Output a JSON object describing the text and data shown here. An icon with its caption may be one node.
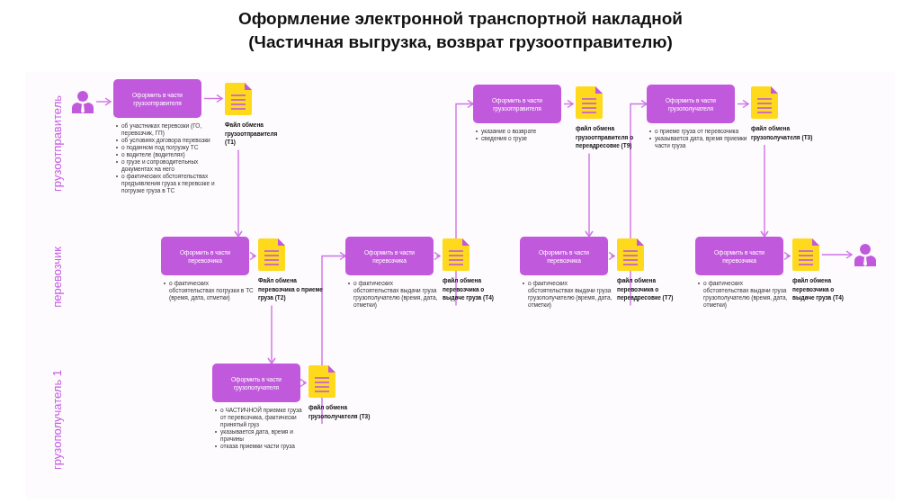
{
  "diagram": {
    "title": "Оформление электронной транспортной накладной (Частичная выгрузка, возврат грузоотправителю)",
    "nodes": [
      {
        "text": [
          "грузоотправитель"
        ]
      },
      {
        "text": [
          "перевозчик"
        ]
      },
      {
        "text": [
          "грузополучатель 1"
        ]
      },
      {
        "text": [],
        "shape": "person",
        "in": 0
      },
      {
        "text": [
          "Оформить в части грузоотправителя"
        ],
        "in": 0,
        "beside": [
          "об участниках перевозки (ГО, перевозчик, ГП)",
          "об условиях договора перевозки",
          "о поданном под погрузку ТС",
          "о водителе (водителях)",
          "о грузе и сопроводительных документах на него",
          "о фактических обстоятельствах предъявления груза к перевозке и погрузке груза в ТС"
        ]
      },
      {
        "text": [
          "Файл обмена грузоотправителя (Т1)"
        ],
        "in": 0
      },
      {
        "text": [
          "Оформить в части грузоотправителя"
        ],
        "in": 0,
        "beside": [
          "указание о возврате",
          "сведения о грузе"
        ]
      },
      {
        "text": [
          "файл обмена грузоотправителя о переадресовке (Т9)"
        ],
        "in": 0
      },
      {
        "text": [
          "Оформить в части грузополучателя"
        ],
        "in": 0,
        "beside": [
          "о приеме груза от перевозчика",
          "указывается дата, время приемки части груза"
        ]
      },
      {
        "text": [
          "файл обмена грузополучателя (Т3)"
        ],
        "in": 0
      },
      {
        "text": [
          "Оформить в части перевозчика"
        ],
        "in": 1,
        "beside": [
          "о фактических обстоятельствах погрузки в ТС (время, дата, отметки)"
        ]
      },
      {
        "text": [
          "Файл обмена перевозчика о приеме груза (Т2)"
        ],
        "in": 1
      },
      {
        "text": [
          "Оформить в части перевозчика"
        ],
        "in": 1,
        "beside": [
          "о фактических обстоятельствах выдачи груза грузополучателю (время, дата, отметки)"
        ]
      },
      {
        "text": [
          "файл обмена перевозчика о выдаче груза (Т4)"
        ],
        "in": 1
      },
      {
        "text": [
          "Оформить в части перевозчика"
        ],
        "in": 1,
        "beside": [
          "о фактических обстоятельствах выдачи груза грузополучателю (время, дата, отметки)"
        ]
      },
      {
        "text": [
          "файл обмена перевозчика о переадресовке (Т7)"
        ],
        "in": 1
      },
      {
        "text": [
          "Оформить в части перевозчика"
        ],
        "in": 1,
        "beside": [
          "о фактических обстоятельствах выдачи груза грузополучателю (время, дата, отметки)"
        ]
      },
      {
        "text": [
          "файл обмена перевозчика о выдаче груза (Т4)"
        ],
        "in": 1
      },
      {
        "text": [],
        "shape": "person",
        "in": 1
      },
      {
        "text": [
          "Оформить в части грузополучателя"
        ],
        "in": 2,
        "beside": [
          "о ЧАСТИЧНОЙ приемке груза от перевозчика, фактически принятый груз",
          "указывается дата, время и причины",
          "отказа приемки части груза"
        ]
      },
      {
        "text": [
          "файл обмена грузополучателя (Т3)"
        ],
        "in": 2
      }
    ],
    "edges": [
      {
        "from": 3,
        "to": 4,
        "arrow": "to"
      },
      {
        "from": 4,
        "to": 5,
        "arrow": "to"
      },
      {
        "from": 5,
        "to": 10,
        "arrow": "to"
      },
      {
        "from": 10,
        "to": 11,
        "arrow": "to"
      },
      {
        "from": 11,
        "to": 19,
        "arrow": "to"
      },
      {
        "from": 19,
        "to": 20,
        "arrow": "to"
      },
      {
        "from": 20,
        "to": 12,
        "arrow": "to"
      },
      {
        "from": 12,
        "to": 13,
        "arrow": "to"
      },
      {
        "from": 13,
        "to": 6,
        "arrow": "to"
      },
      {
        "from": 6,
        "to": 7,
        "arrow": "to"
      },
      {
        "from": 7,
        "to": 14,
        "arrow": "to"
      },
      {
        "from": 14,
        "to": 15,
        "arrow": "to"
      },
      {
        "from": 15,
        "to": 8,
        "arrow": "to"
      },
      {
        "from": 8,
        "to": 9,
        "arrow": "to"
      },
      {
        "from": 9,
        "to": 16,
        "arrow": "to"
      },
      {
        "from": 16,
        "to": 17,
        "arrow": "to"
      },
      {
        "from": 17,
        "to": 18,
        "arrow": "to"
      }
    ]
  }
}
